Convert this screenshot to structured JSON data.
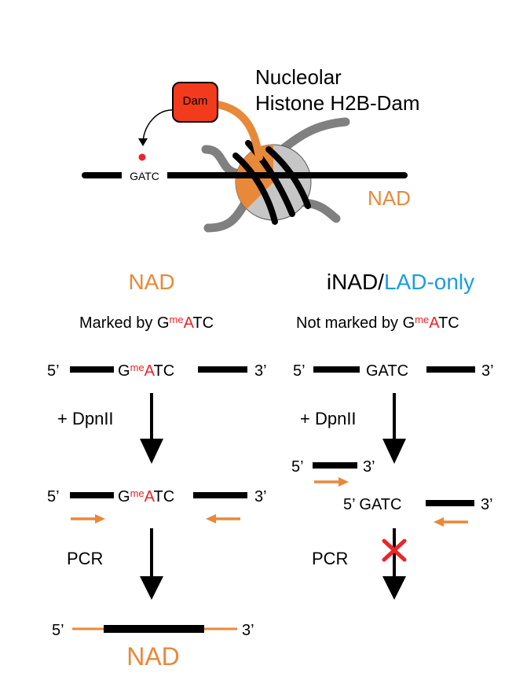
{
  "colors": {
    "black": "#000000",
    "orange": "#E8893A",
    "red": "#E8262A",
    "gray": "#808080",
    "light_gray": "#C6C6C6",
    "blue": "#1A9DE0",
    "dam_fill": "#F23A1C"
  },
  "top": {
    "dam_label": "Dam",
    "gatc_label": "GATC",
    "nucleolar_label": "Nucleolar",
    "histone_label": "Histone H2B-Dam",
    "nad_label": "NAD"
  },
  "left": {
    "title": "NAD",
    "subtitle_prefix": "Marked by ",
    "gmeatc": {
      "g": "G",
      "me": "me",
      "a": "A",
      "tc": "TC"
    },
    "five": "5’",
    "three": "3’",
    "dpnii": "+ DpnII",
    "pcr": "PCR",
    "result": "NAD"
  },
  "right": {
    "title_part1": "iNAD/",
    "title_part2": "LAD-only",
    "subtitle_prefix": "Not marked by ",
    "gmeatc": {
      "g": "G",
      "me": "me",
      "a": "A",
      "tc": "TC"
    },
    "five": "5’",
    "three": "3’",
    "gatc": "GATC",
    "five_gatc": "5’ GATC",
    "dpnii": "+ DpnII",
    "pcr": "PCR"
  }
}
